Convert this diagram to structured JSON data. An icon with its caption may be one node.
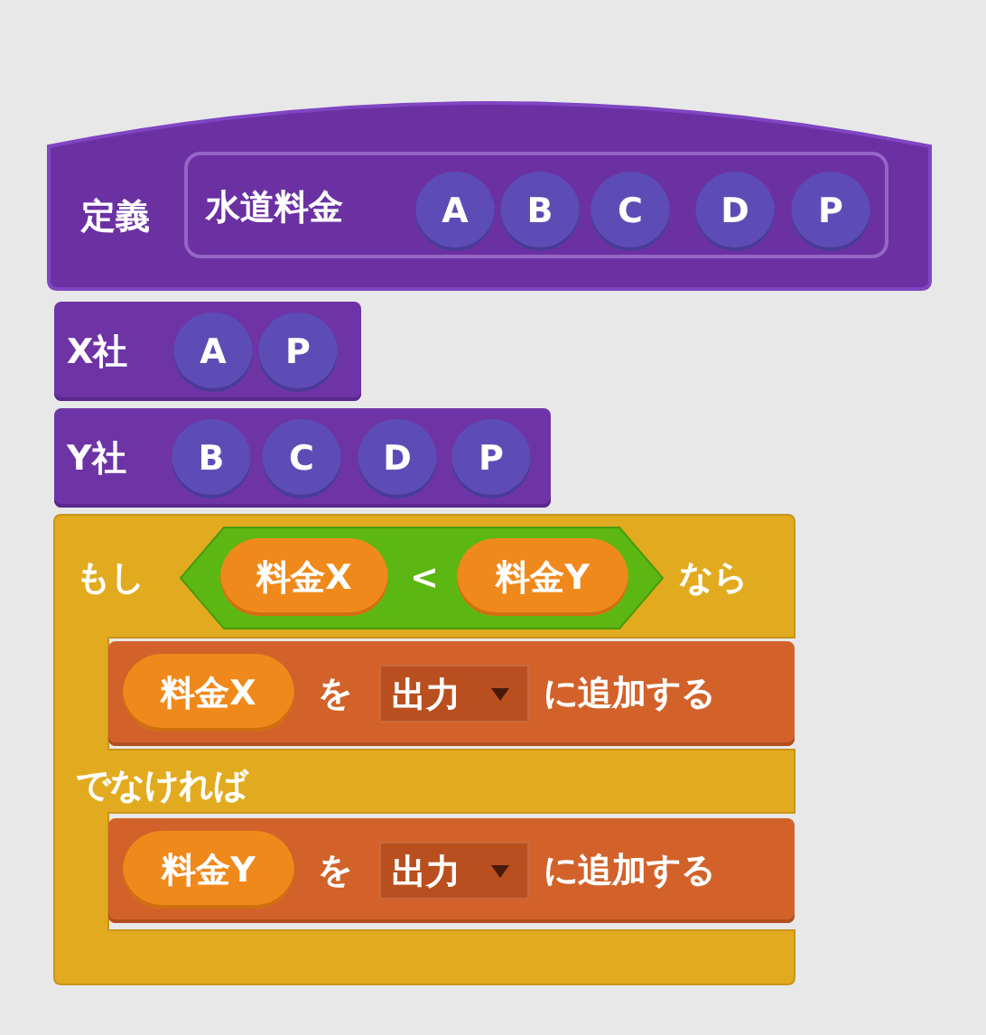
{
  "diagram": {
    "nodes": [
      {
        "text": [
          "定義"
        ]
      },
      {
        "text": [
          "水道料金"
        ],
        "in": 0
      },
      {
        "text": [
          "A"
        ],
        "in": 1
      },
      {
        "text": [
          "B"
        ],
        "in": 1
      },
      {
        "text": [
          "C"
        ],
        "in": 1
      },
      {
        "text": [
          "D"
        ],
        "in": 1
      },
      {
        "text": [
          "P"
        ],
        "in": 1
      },
      {
        "text": [
          "X社"
        ]
      },
      {
        "text": [
          "A"
        ],
        "in": 7
      },
      {
        "text": [
          "P"
        ],
        "in": 7
      },
      {
        "text": [
          "Y社"
        ]
      },
      {
        "text": [
          "B"
        ],
        "in": 10
      },
      {
        "text": [
          "C"
        ],
        "in": 10
      },
      {
        "text": [
          "D"
        ],
        "in": 10
      },
      {
        "text": [
          "P"
        ],
        "in": 10
      },
      {
        "text": [
          "もし",
          "なら",
          "でなければ"
        ]
      },
      {
        "text": [
          "<"
        ],
        "in": 15
      },
      {
        "text": [
          "料金X"
        ],
        "in": 16
      },
      {
        "text": [
          "料金Y"
        ],
        "in": 16
      },
      {
        "text": [
          "を",
          "に追加する"
        ],
        "in": 15
      },
      {
        "text": [
          "料金X"
        ],
        "in": 19
      },
      {
        "text": [
          "出力"
        ],
        "in": 19
      },
      {
        "text": [
          "を",
          "に追加する"
        ],
        "in": 15
      },
      {
        "text": [
          "料金Y"
        ],
        "in": 22
      },
      {
        "text": [
          "出力"
        ],
        "in": 22
      }
    ],
    "edges": []
  }
}
